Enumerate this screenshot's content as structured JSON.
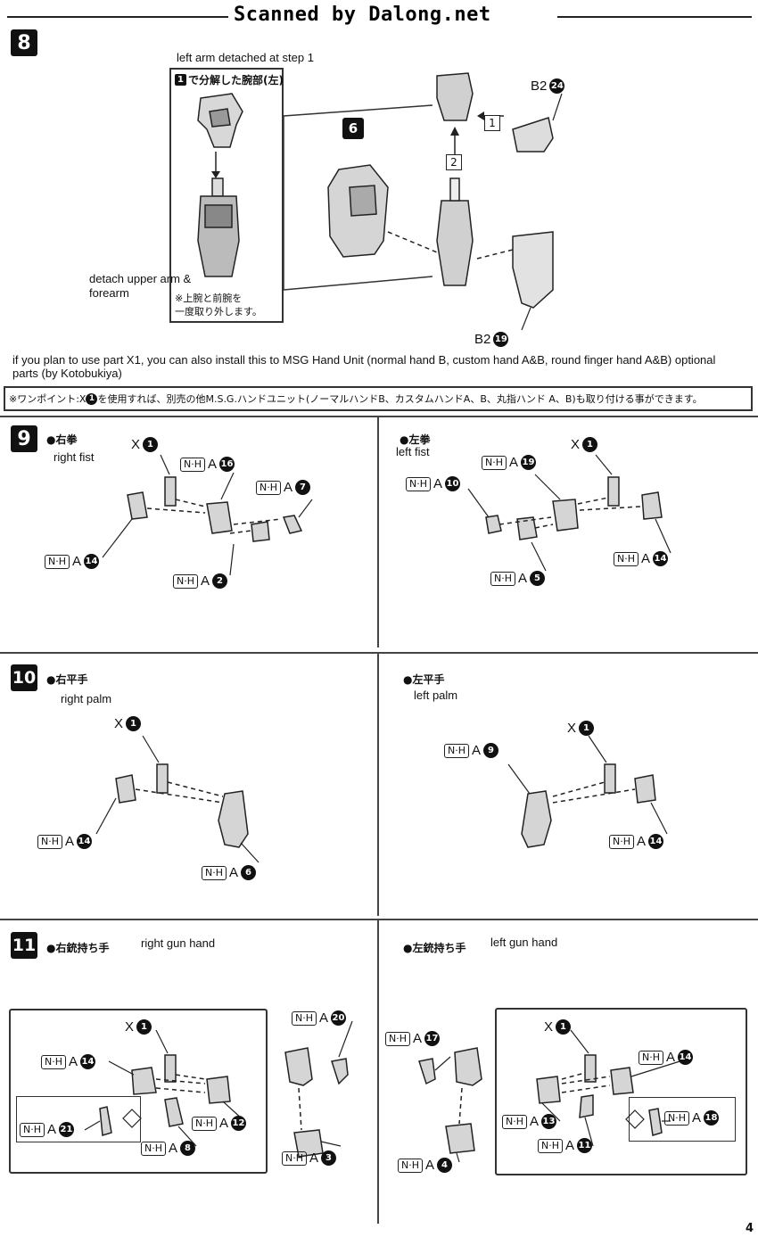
{
  "header": {
    "site": "Scanned by Dalong.net"
  },
  "step8": {
    "number": "8",
    "left_arm_note": "left arm detached at step 1",
    "jp_box_label": "で分解した腕部(左)",
    "jp_box_num": "1",
    "detach_note": "detach upper arm & forearm",
    "jp_detach": "※上腕と前腕を\n一度取り外します。",
    "sub_num": "6",
    "arrow1": "1",
    "arrow2": "2",
    "part_b2_24": {
      "code": "B2",
      "num": "24"
    },
    "part_b2_19": {
      "code": "B2",
      "num": "19"
    }
  },
  "onepoint": {
    "english": "if you plan to use part X1, you can also install this to MSG Hand Unit  (normal hand B, custom hand A&B, round finger hand A&B) optional parts (by Kotobukiya)",
    "prefix": "※ワンポイント:X",
    "num": "1",
    "japanese": "を使用すれば、別売の他M.S.G.ハンドユニット(ノーマルハンドB、カスタムハンドA、B、丸指ハンド A、B)も取り付ける事ができます。"
  },
  "nh": "N·H",
  "A": "A",
  "X": "X",
  "step9": {
    "number": "9",
    "right": {
      "jp": "●右拳",
      "en": "right fist",
      "parts": {
        "x": "1",
        "a16": "16",
        "a7": "7",
        "a14": "14",
        "a2": "2"
      }
    },
    "left": {
      "jp": "●左拳",
      "en": "left fist",
      "parts": {
        "x": "1",
        "a19": "19",
        "a10": "10",
        "a14": "14",
        "a5": "5"
      }
    }
  },
  "step10": {
    "number": "10",
    "right": {
      "jp": "●右平手",
      "en": "right palm",
      "parts": {
        "x": "1",
        "a14": "14",
        "a6": "6"
      }
    },
    "left": {
      "jp": "●左平手",
      "en": "left palm",
      "parts": {
        "x": "1",
        "a9": "9",
        "a14": "14"
      }
    }
  },
  "step11": {
    "number": "11",
    "right": {
      "jp": "●右銃持ち手",
      "en": "right gun hand",
      "parts": {
        "x": "1",
        "a20": "20",
        "a14": "14",
        "a12": "12",
        "a21": "21",
        "a8": "8",
        "a3": "3"
      }
    },
    "left": {
      "jp": "●左銃持ち手",
      "en": "left gun hand",
      "parts": {
        "x": "1",
        "a17": "17",
        "a14": "14",
        "a13": "13",
        "a18": "18",
        "a11": "11",
        "a4": "4"
      }
    }
  },
  "page_number": "4"
}
